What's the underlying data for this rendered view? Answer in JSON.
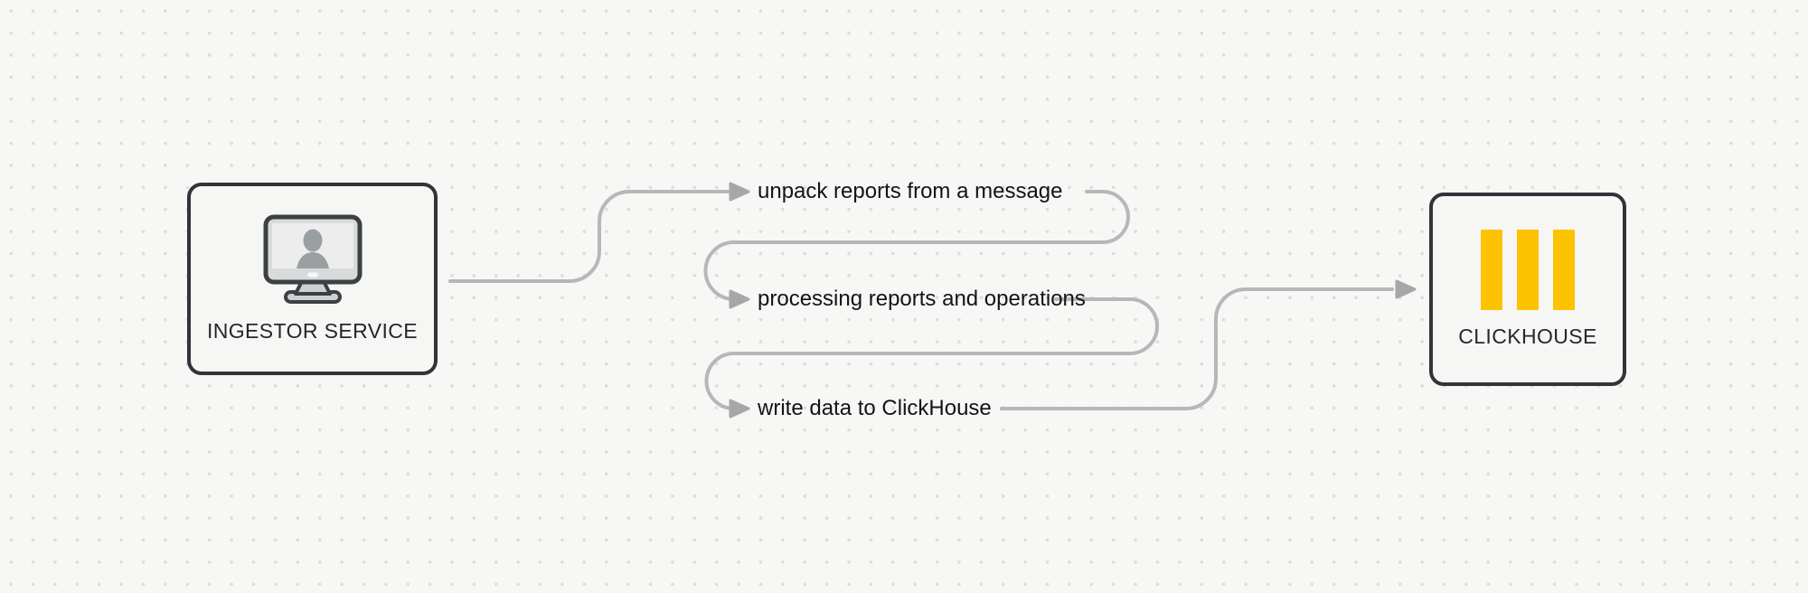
{
  "canvas": {
    "background_color": "#f7f7f5",
    "dot_color": "#dcdcda"
  },
  "colors": {
    "line": "#b7b7b7",
    "arrow": "#a7a7a7",
    "node_border": "#2f3538",
    "node_fill": "#f6f7f5",
    "label_text": "#131416"
  },
  "nodes": {
    "ingestor": {
      "label": "INGESTOR SERVICE",
      "icon": "monitor-user-icon"
    },
    "clickhouse": {
      "label": "CLICKHOUSE",
      "icon": "clickhouse-logo-icon",
      "logo_color": "#fdc300"
    }
  },
  "steps": [
    {
      "label": "unpack reports from a message"
    },
    {
      "label": "processing reports and operations"
    },
    {
      "label": "write data to ClickHouse"
    }
  ]
}
